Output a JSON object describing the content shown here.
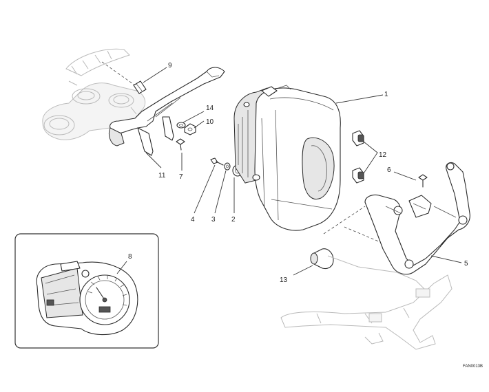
{
  "drawing_code": "FAN0013B",
  "callouts": [
    {
      "id": "c1",
      "label": "1"
    },
    {
      "id": "c2",
      "label": "2"
    },
    {
      "id": "c3",
      "label": "3"
    },
    {
      "id": "c4",
      "label": "4"
    },
    {
      "id": "c5",
      "label": "5"
    },
    {
      "id": "c6",
      "label": "6"
    },
    {
      "id": "c7",
      "label": "7"
    },
    {
      "id": "c8",
      "label": "8"
    },
    {
      "id": "c9",
      "label": "9"
    },
    {
      "id": "c10",
      "label": "10"
    },
    {
      "id": "c11",
      "label": "11"
    },
    {
      "id": "c12",
      "label": "12"
    },
    {
      "id": "c13",
      "label": "13"
    },
    {
      "id": "c14",
      "label": "14"
    }
  ]
}
